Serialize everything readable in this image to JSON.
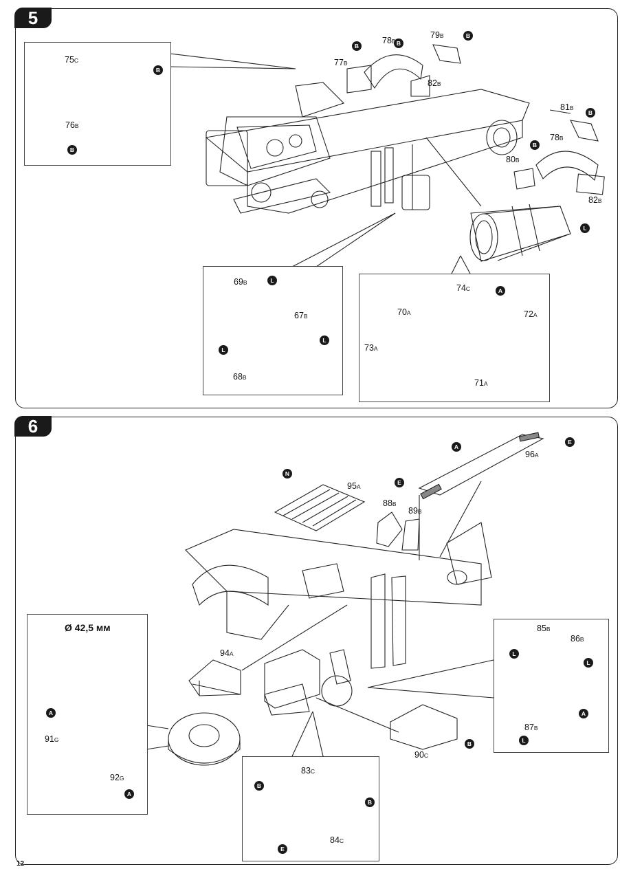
{
  "page_number": "12",
  "steps": [
    {
      "number": "5",
      "parts": [
        {
          "id": "75",
          "letter": "C"
        },
        {
          "id": "76",
          "letter": "B"
        },
        {
          "id": "77",
          "letter": "B"
        },
        {
          "id": "78",
          "letter": "B"
        },
        {
          "id": "79",
          "letter": "B"
        },
        {
          "id": "82",
          "letter": "B"
        },
        {
          "id": "81",
          "letter": "B"
        },
        {
          "id": "78",
          "letter": "B"
        },
        {
          "id": "80",
          "letter": "B"
        },
        {
          "id": "82",
          "letter": "B"
        },
        {
          "id": "69",
          "letter": "B"
        },
        {
          "id": "67",
          "letter": "B"
        },
        {
          "id": "68",
          "letter": "B"
        },
        {
          "id": "74",
          "letter": "C"
        },
        {
          "id": "70",
          "letter": "A"
        },
        {
          "id": "72",
          "letter": "A"
        },
        {
          "id": "73",
          "letter": "A"
        },
        {
          "id": "71",
          "letter": "A"
        }
      ],
      "markers": [
        "B",
        "B",
        "B",
        "B",
        "B",
        "B",
        "B",
        "L",
        "L",
        "L",
        "L",
        "A"
      ]
    },
    {
      "number": "6",
      "parts": [
        {
          "id": "96",
          "letter": "A"
        },
        {
          "id": "95",
          "letter": "A"
        },
        {
          "id": "88",
          "letter": "B"
        },
        {
          "id": "89",
          "letter": "B"
        },
        {
          "id": "94",
          "letter": "A"
        },
        {
          "id": "85",
          "letter": "B"
        },
        {
          "id": "86",
          "letter": "B"
        },
        {
          "id": "87",
          "letter": "B"
        },
        {
          "id": "90",
          "letter": "C"
        },
        {
          "id": "91",
          "letter": "G"
        },
        {
          "id": "92",
          "letter": "G"
        },
        {
          "id": "83",
          "letter": "C"
        },
        {
          "id": "84",
          "letter": "C"
        }
      ],
      "markers": [
        "E",
        "E",
        "A",
        "N",
        "L",
        "L",
        "A",
        "L",
        "B",
        "A",
        "A",
        "B",
        "B",
        "E"
      ],
      "tire_diameter": "Ø 42,5 мм"
    }
  ]
}
